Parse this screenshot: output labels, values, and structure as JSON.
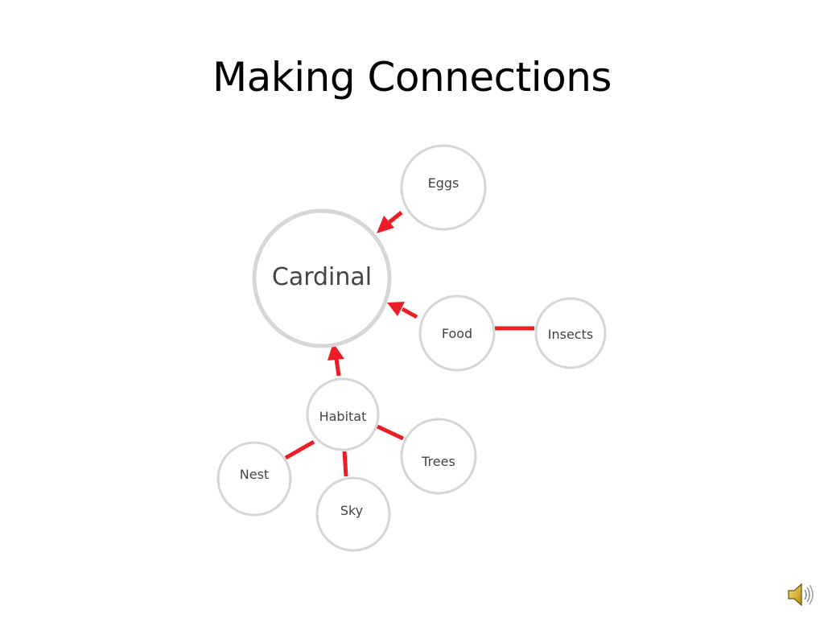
{
  "title": "Making Connections",
  "nodes": {
    "cardinal": "Cardinal",
    "eggs": "Eggs",
    "food": "Food",
    "insects": "Insects",
    "habitat": "Habitat",
    "nest": "Nest",
    "sky": "Sky",
    "trees": "Trees"
  },
  "colors": {
    "connector": "#ee1c24",
    "node_border": "#d6d6d6",
    "node_text": "#444444"
  },
  "icons": {
    "audio": "speaker-icon"
  }
}
